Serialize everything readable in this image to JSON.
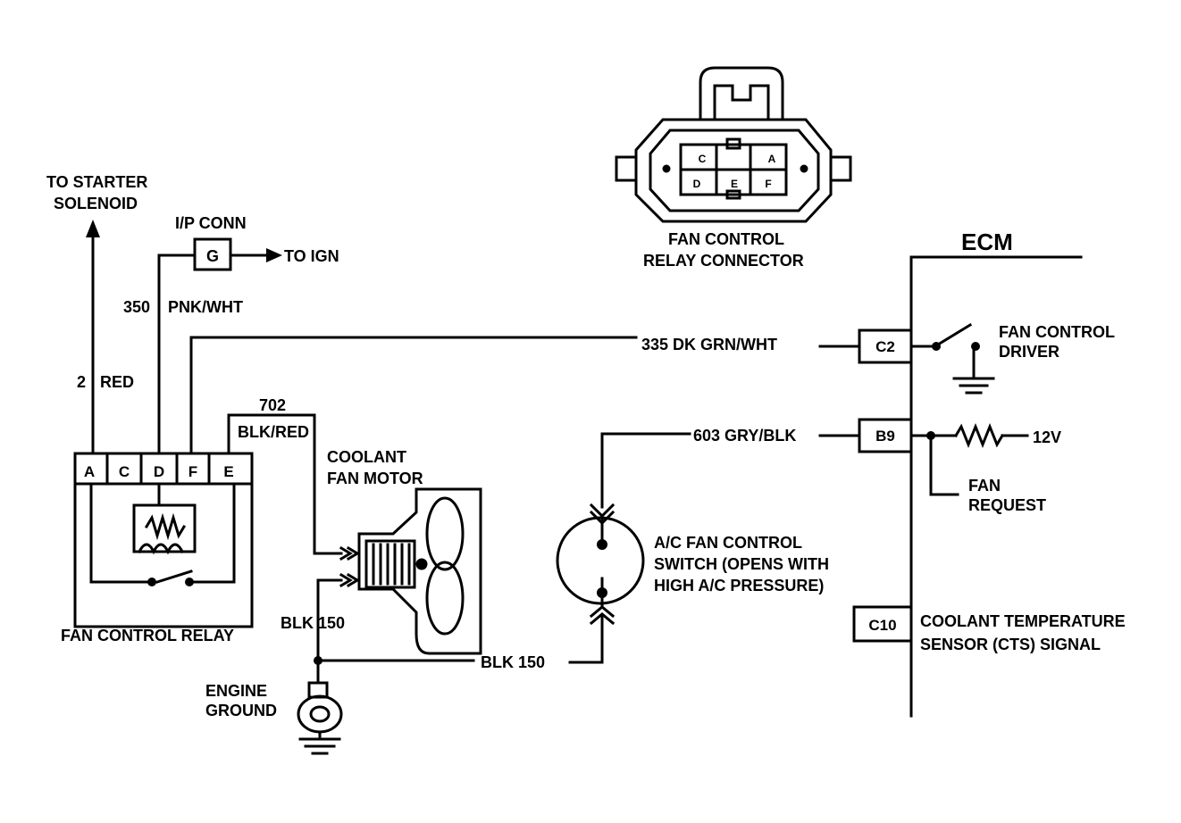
{
  "labels": {
    "to_starter_line1": "TO STARTER",
    "to_starter_line2": "SOLENOID",
    "ip_conn": "I/P CONN",
    "ip_conn_pin": "G",
    "to_ign": "TO IGN",
    "wire_350": "350",
    "wire_350_color": "PNK/WHT",
    "wire_2": "2",
    "wire_2_color": "RED",
    "wire_702": "702",
    "wire_702_color": "BLK/RED",
    "coolant_fan_line1": "COOLANT",
    "coolant_fan_line2": "FAN MOTOR",
    "fan_control_relay": "FAN CONTROL RELAY",
    "blk150_left": "BLK 150",
    "blk150_bottom": "BLK 150",
    "engine_ground_line1": "ENGINE",
    "engine_ground_line2": "GROUND",
    "wire_335": "335 DK GRN/WHT",
    "wire_603": "603 GRY/BLK",
    "ac_switch_line1": "A/C FAN CONTROL",
    "ac_switch_line2": "SWITCH (OPENS WITH",
    "ac_switch_line3": "HIGH A/C PRESSURE)",
    "ecm": "ECM",
    "pin_c2": "C2",
    "pin_b9": "B9",
    "pin_c10": "C10",
    "fan_driver_line1": "FAN CONTROL",
    "fan_driver_line2": "DRIVER",
    "voltage": "12V",
    "fan_request_line1": "FAN",
    "fan_request_line2": "REQUEST",
    "cts_line1": "COOLANT TEMPERATURE",
    "cts_line2": "SENSOR (CTS) SIGNAL",
    "connector_title_line1": "FAN CONTROL",
    "connector_title_line2": "RELAY CONNECTOR"
  },
  "relay_pins": [
    "A",
    "C",
    "D",
    "F",
    "E"
  ],
  "connector_pins": [
    "C",
    "A",
    "D",
    "E",
    "F"
  ]
}
